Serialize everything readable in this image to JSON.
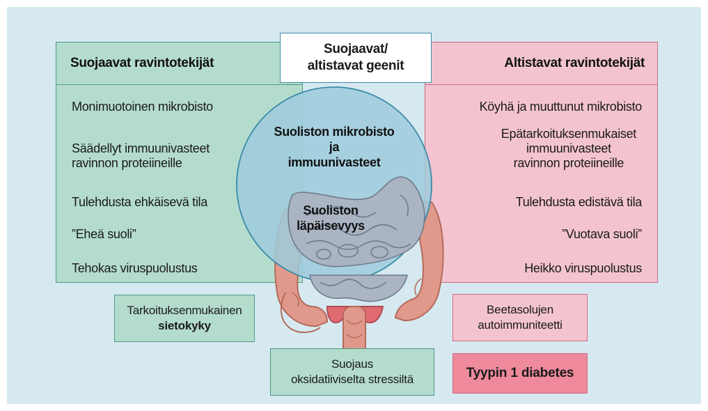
{
  "genes": {
    "line1": "Suojaavat/",
    "line2": "altistavat geenit"
  },
  "left": {
    "header": "Suojaavat ravintotekijät",
    "items": [
      {
        "lines": [
          "Monimuotoinen mikrobisto"
        ]
      },
      {
        "lines": [
          "Säädellyt immuunivasteet",
          "ravinnon proteiineille"
        ]
      },
      {
        "lines": [
          "Tulehdusta ehkäisevä tila"
        ]
      },
      {
        "lines": [
          "”Eheä suoli”"
        ]
      },
      {
        "lines": [
          "Tehokas viruspuolustus"
        ]
      }
    ]
  },
  "right": {
    "header": "Altistavat ravintotekijät",
    "items": [
      {
        "lines": [
          "Köyhä ja muuttunut mikrobisto"
        ]
      },
      {
        "lines": [
          "Epätarkoituksenmukaiset",
          "immuunivasteet",
          "ravinnon proteiineille"
        ]
      },
      {
        "lines": [
          "Tulehdusta edistävä tila"
        ]
      },
      {
        "lines": [
          "”Vuotava suoli”"
        ]
      },
      {
        "lines": [
          "Heikko viruspuolustus"
        ]
      }
    ]
  },
  "circle": {
    "line1": "Suoliston mikrobisto",
    "line2": "ja",
    "line3": "immuunivasteet",
    "sub1": "Suoliston",
    "sub2": "läpäisevyys"
  },
  "boxes": {
    "tolerance": {
      "line1": "Tarkoituksenmukainen",
      "line2": "sietokyky"
    },
    "beta": {
      "line1": "Beetasolujen",
      "line2": "autoimmuniteetti"
    },
    "protection": {
      "line1": "Suojaus",
      "line2": "oksidatiiviselta stressiltä"
    },
    "diabetes": {
      "label": "Tyypin 1 diabetes"
    }
  },
  "colors": {
    "background": "#d6e9f0",
    "protective": "#b4dccc",
    "predisposing": "#f3c4cf",
    "disease": "#ee8a9b",
    "circle": "#9ecbdc"
  }
}
